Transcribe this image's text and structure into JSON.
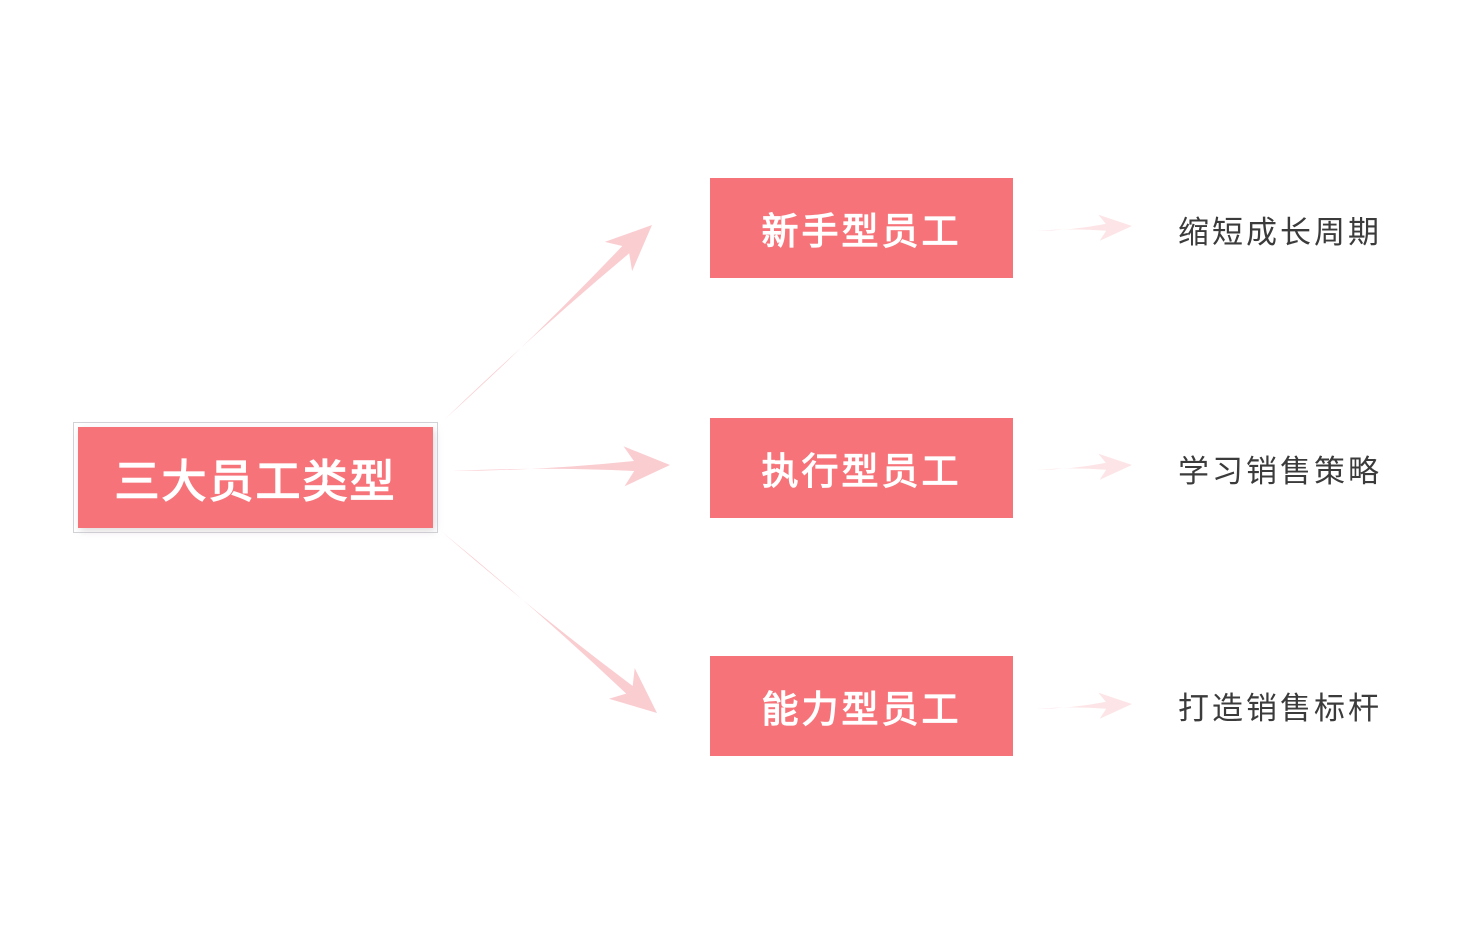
{
  "diagram": {
    "root": {
      "label": "三大员工类型"
    },
    "branches": [
      {
        "label": "新手型员工",
        "outcome": "缩短成长周期"
      },
      {
        "label": "执行型员工",
        "outcome": "学习销售策略"
      },
      {
        "label": "能力型员工",
        "outcome": "打造销售标杆"
      }
    ]
  },
  "colors": {
    "background": "#ffffff",
    "node_fill": "#f7737a",
    "node_text": "#ffffff",
    "arrow_main": "#facdd1",
    "arrow_light": "#fde4e6",
    "outcome_text": "#3b3b3b"
  }
}
